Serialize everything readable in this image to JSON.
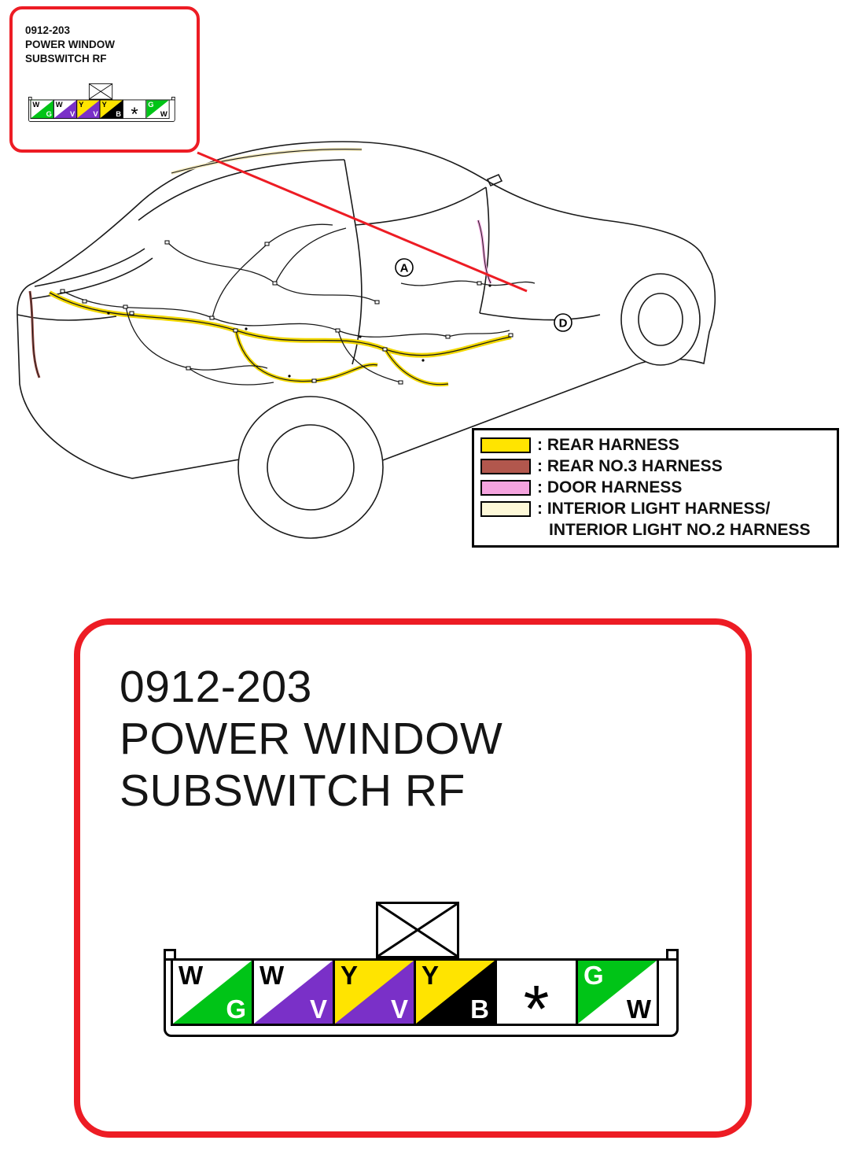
{
  "callout": {
    "code": "0912-203",
    "line1": "POWER WINDOW",
    "line2": "SUBSWITCH RF"
  },
  "panel": {
    "code": "0912-203",
    "line1": "POWER WINDOW",
    "line2": "SUBSWITCH RF"
  },
  "colors": {
    "accent_red": "#ed1c24",
    "green": "#00c417",
    "violet": "#7a30c8",
    "yellow": "#ffe400",
    "black": "#000000",
    "white": "#ffffff"
  },
  "legend": {
    "items": [
      {
        "label": ": REAR HARNESS",
        "color": "#ffe400"
      },
      {
        "label": ": REAR NO.3 HARNESS",
        "color": "#b2574d"
      },
      {
        "label": ": DOOR HARNESS",
        "color": "#f4a3de"
      },
      {
        "label": ": INTERIOR LIGHT HARNESS/",
        "label_line2": "INTERIOR LIGHT NO.2 HARNESS",
        "color": "#fdf8d8"
      }
    ]
  },
  "connector": {
    "cells": [
      {
        "top": "W",
        "bottom": "G",
        "top_color": "#ffffff",
        "bottom_color": "#00c417"
      },
      {
        "top": "W",
        "bottom": "V",
        "top_color": "#ffffff",
        "bottom_color": "#7a30c8"
      },
      {
        "top": "Y",
        "bottom": "V",
        "top_color": "#ffe400",
        "bottom_color": "#7a30c8"
      },
      {
        "top": "Y",
        "bottom": "B",
        "top_color": "#ffe400",
        "bottom_color": "#000000"
      },
      {
        "symbol": "*",
        "color": "#ffffff"
      },
      {
        "top": "G",
        "bottom": "W",
        "top_color": "#00c417",
        "bottom_color": "#ffffff"
      }
    ]
  },
  "car_diagram": {
    "label_a": "A",
    "label_d": "D"
  }
}
